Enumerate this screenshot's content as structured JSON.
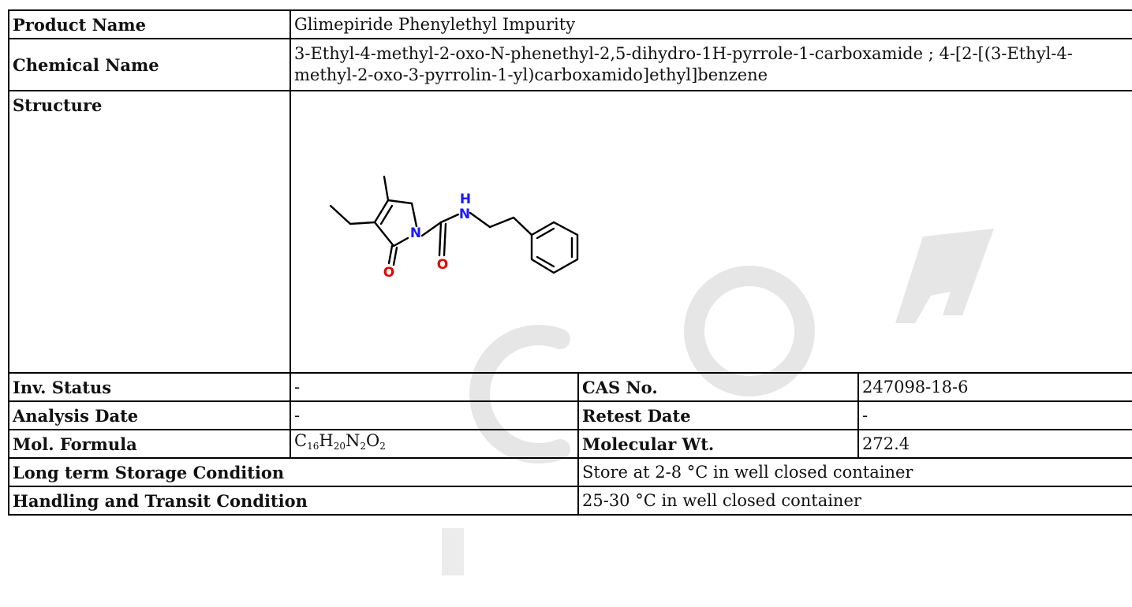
{
  "product": {
    "label": "Product Name",
    "value": "Glimepiride Phenylethyl Impurity"
  },
  "chemical": {
    "label": "Chemical Name",
    "value": "3-Ethyl-4-methyl-2-oxo-N-phenethyl-2,5-dihydro-1H-pyrrole-1-carboxamide ; 4-[2-[(3-Ethyl-4-methyl-2-oxo-3-pyrrolin-1-yl)carboxamido]ethyl]benzene"
  },
  "structure": {
    "label": "Structure",
    "atoms": {
      "n_ring": "N",
      "n_amide": "N",
      "h_amide": "H",
      "o_ring": "O",
      "o_amide": "O"
    }
  },
  "inv_status": {
    "label": "Inv. Status",
    "value": "-"
  },
  "cas": {
    "label": "CAS No.",
    "value": "247098-18-6"
  },
  "analysis_date": {
    "label": "Analysis Date",
    "value": "-"
  },
  "retest_date": {
    "label": "Retest Date",
    "value": "-"
  },
  "mol_formula": {
    "label": "Mol. Formula",
    "parts": [
      {
        "el": "C",
        "n": "16"
      },
      {
        "el": "H",
        "n": "20"
      },
      {
        "el": "N",
        "n": "2"
      },
      {
        "el": "O",
        "n": "2"
      }
    ]
  },
  "mol_weight": {
    "label": "Molecular Wt.",
    "value": "272.4"
  },
  "storage": {
    "label": "Long term Storage Condition",
    "value": "Store at 2-8 °C in well closed container"
  },
  "handling": {
    "label": "Handling and Transit Condition",
    "value": "25-30 °C in well closed container"
  },
  "colors": {
    "nitrogen": "#1a1aff",
    "oxygen": "#e60000",
    "watermark": "#e4e4e4"
  }
}
